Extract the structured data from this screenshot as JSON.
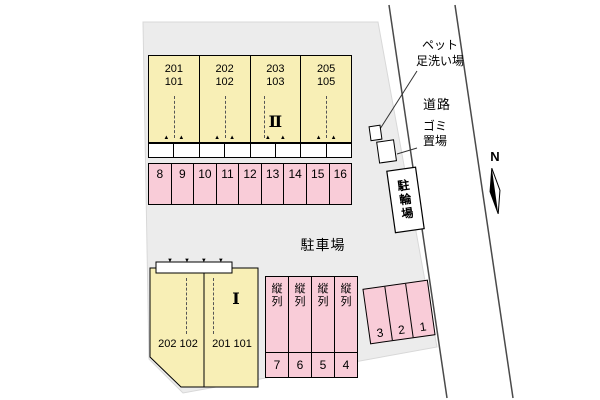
{
  "plan": {
    "colors": {
      "site_fill": "#ececec",
      "building_fill": "#f8efb6",
      "parking_fill": "#f9ccd8",
      "outline": "#000000",
      "road_line": "#4a4a4a"
    }
  },
  "buildings": {
    "building2": {
      "name": "Ⅱ",
      "entrance_marks": "▲▲",
      "units": [
        {
          "label": "201\n101"
        },
        {
          "label": "202\n102"
        },
        {
          "label": "203\n103"
        },
        {
          "label": "205\n105"
        }
      ]
    },
    "building1": {
      "name": "Ⅰ",
      "entrance_marks": "▼▼▼▼",
      "units": [
        {
          "label": "202\n102"
        },
        {
          "label": "201\n101"
        }
      ]
    }
  },
  "parking": {
    "label": "駐車場",
    "row": [
      "8",
      "9",
      "10",
      "11",
      "12",
      "13",
      "14",
      "15",
      "16"
    ],
    "tandem": {
      "stall_label": "縦\n列",
      "numbers": [
        "7",
        "6",
        "5",
        "4"
      ]
    },
    "side": [
      "3",
      "2",
      "1"
    ]
  },
  "labels": {
    "pet_wash": "ペット\n足洗い場",
    "road": "道路",
    "garbage": "ゴミ\n置場",
    "bicycle": "駐輪場",
    "compass_n": "N"
  }
}
